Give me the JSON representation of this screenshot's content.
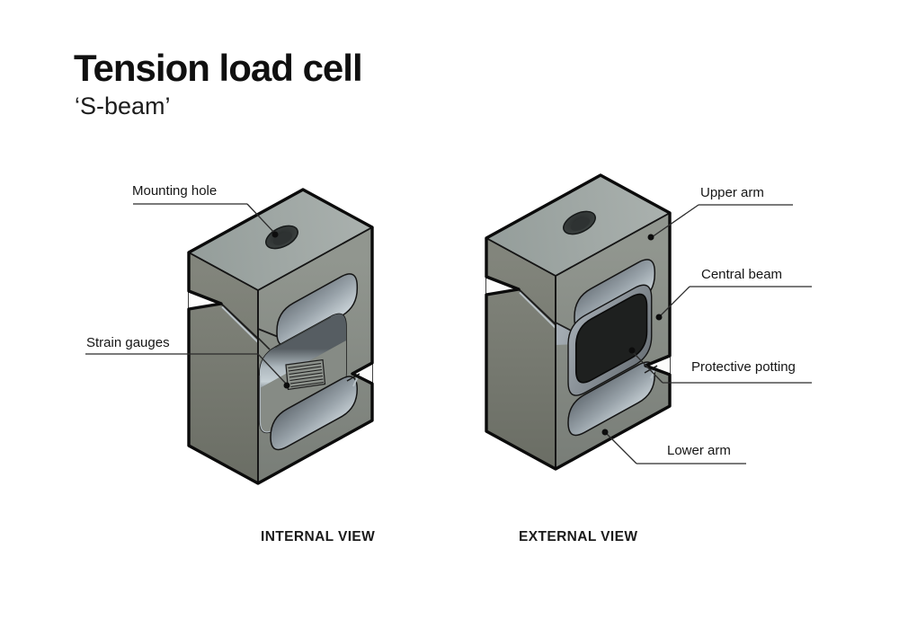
{
  "header": {
    "title": "Tension load cell",
    "subtitle": "‘S-beam’"
  },
  "views": {
    "internal": {
      "caption": "INTERNAL VIEW"
    },
    "external": {
      "caption": "EXTERNAL VIEW"
    }
  },
  "labels": {
    "mounting_hole": "Mounting hole",
    "strain_gauges": "Strain gauges",
    "upper_arm": "Upper arm",
    "central_beam": "Central beam",
    "protective_potting": "Protective potting",
    "lower_arm": "Lower arm"
  },
  "colors": {
    "background": "#ffffff",
    "body_top": "#a0a8a5",
    "body_side_light": "#8c918b",
    "body_side_dark": "#767a70",
    "bore_highlight": "#c9d3d8",
    "potting_black": "#1e201f",
    "outline": "#0b0b0b",
    "leader_line": "#2b2b2b"
  }
}
